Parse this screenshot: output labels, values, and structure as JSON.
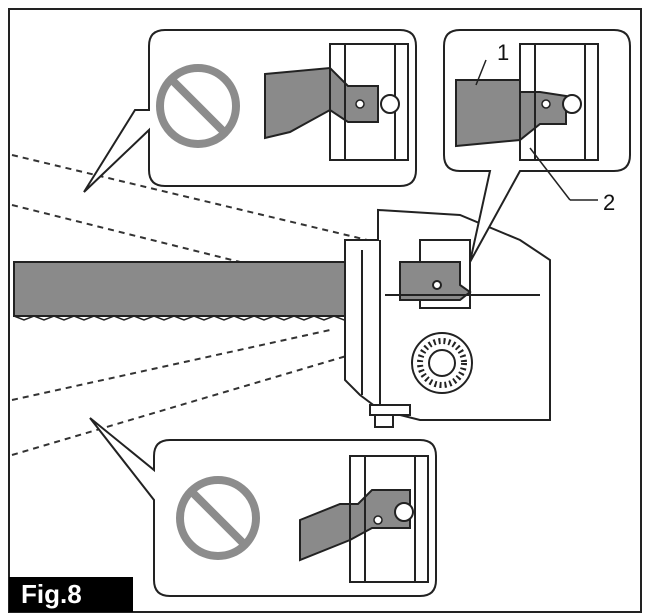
{
  "figure": {
    "label": "Fig.8",
    "callouts": [
      {
        "number": "1"
      },
      {
        "number": "2"
      }
    ]
  },
  "colors": {
    "blade": "#8a8a8a",
    "prohibited_sign": "#8c8c8c",
    "line": "#222222",
    "background": "#ffffff"
  },
  "icons": [
    "prohibited-icon",
    "prohibited-icon"
  ]
}
